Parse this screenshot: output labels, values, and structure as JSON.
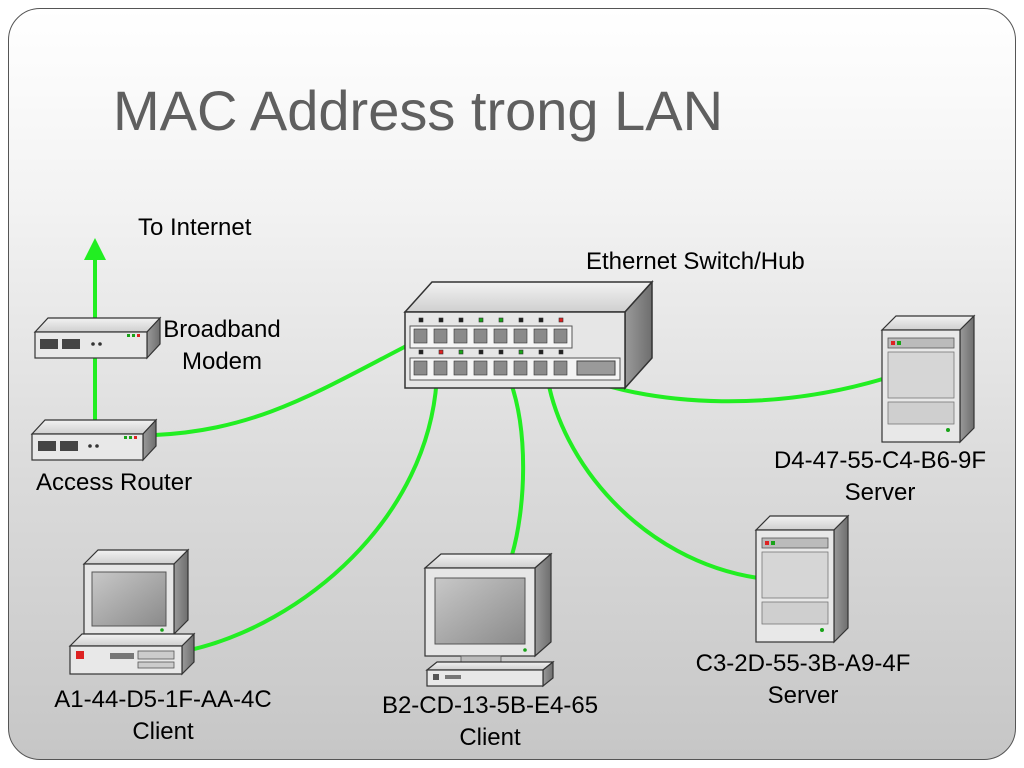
{
  "slide": {
    "title": "MAC Address trong LAN"
  },
  "labels": {
    "internet": "To Internet",
    "modem_line1": "Broadband",
    "modem_line2": "Modem",
    "router": "Access Router",
    "switch": "Ethernet Switch/Hub",
    "server1_mac": "D4-47-55-C4-B6-9F",
    "server1_role": "Server",
    "server2_mac": "C3-2D-55-3B-A9-4F",
    "server2_role": "Server",
    "client1_mac": "A1-44-D5-1F-AA-4C",
    "client1_role": "Client",
    "client2_mac": "B2-CD-13-5B-E4-65",
    "client2_role": "Client"
  },
  "colors": {
    "cable": "#22ee22",
    "title": "#5f5f5f",
    "led_green": "#19a319",
    "led_red": "#dd2222"
  },
  "icons": [
    "up-arrow-icon",
    "modem-icon",
    "router-icon",
    "switch-icon",
    "server-icon",
    "desktop-computer-icon"
  ]
}
